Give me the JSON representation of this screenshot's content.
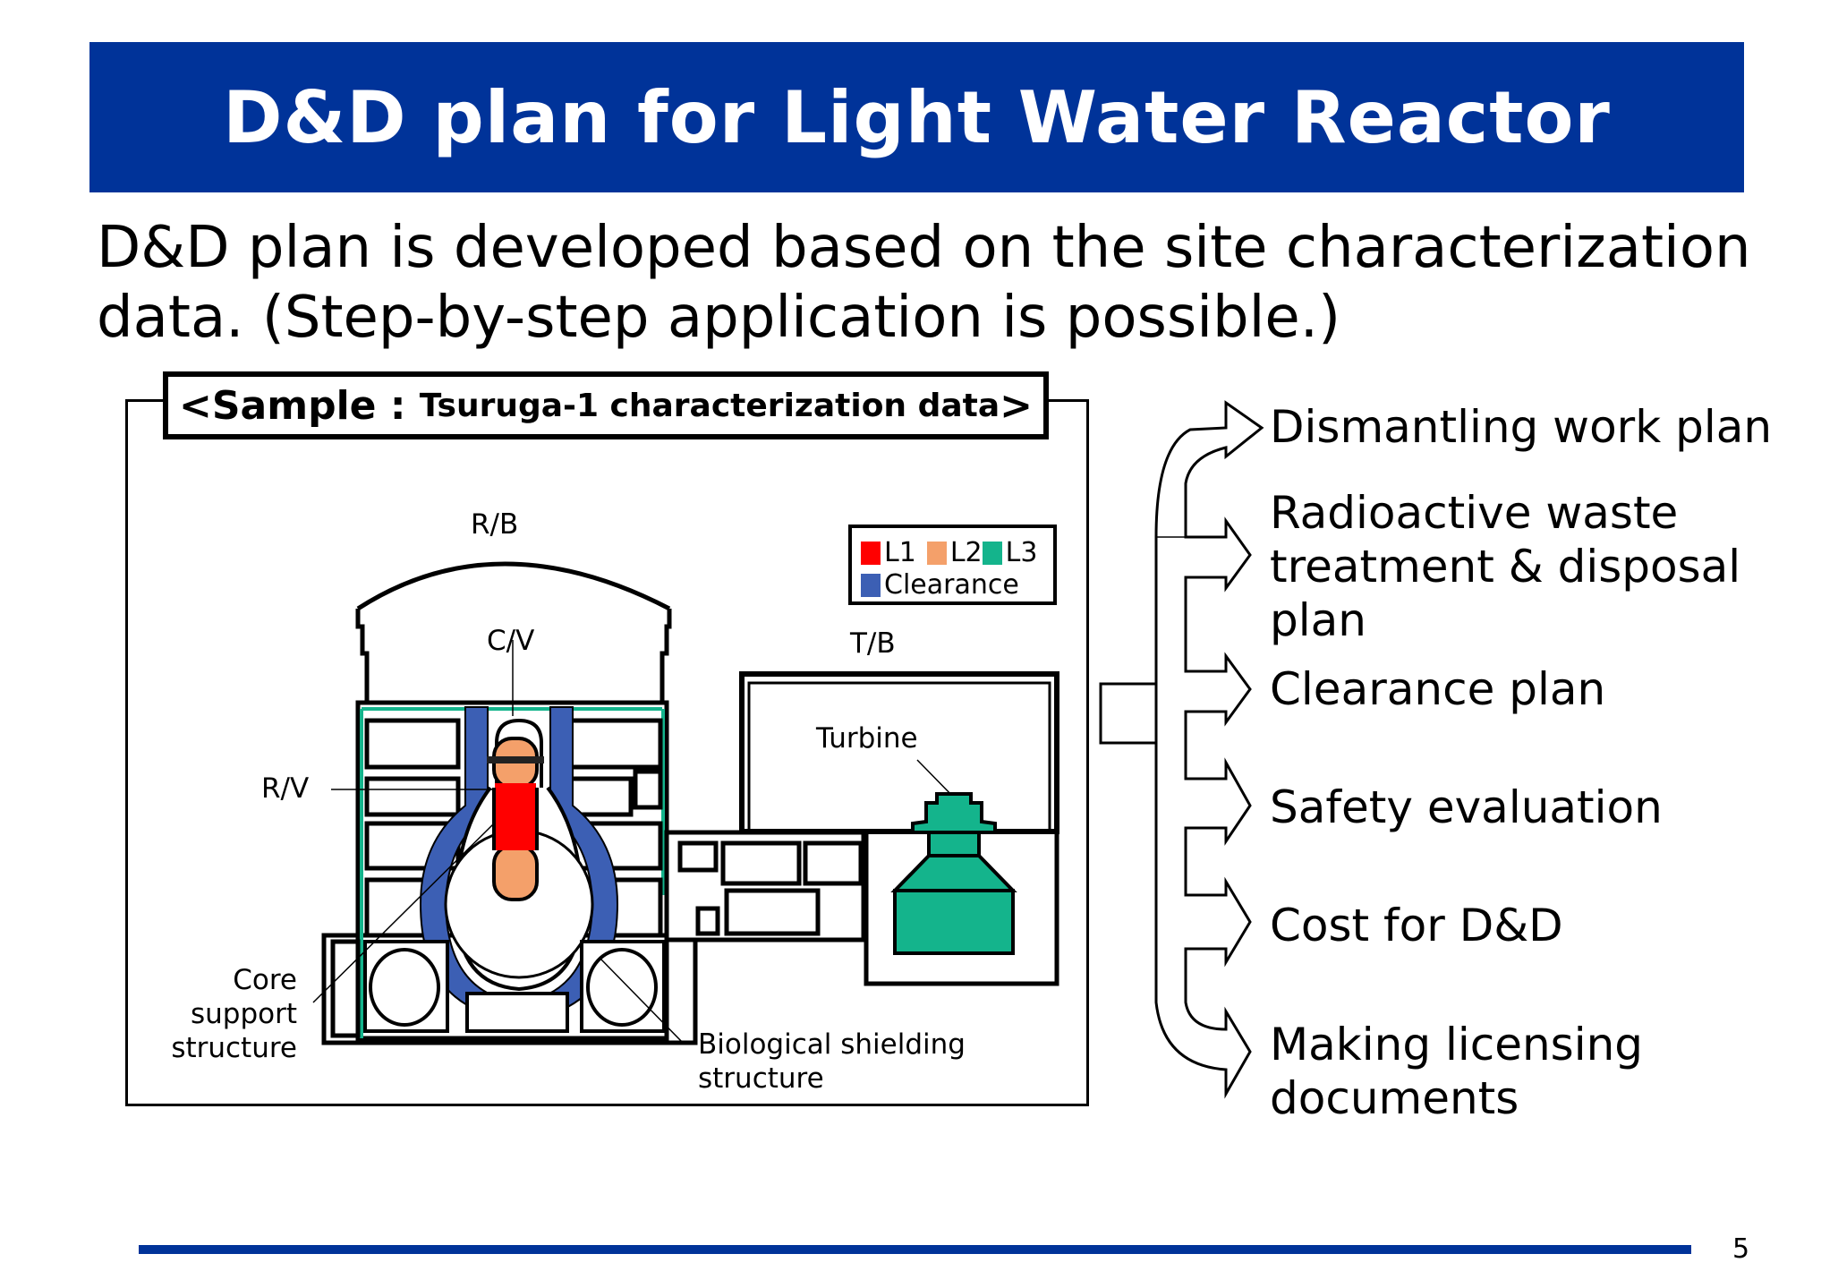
{
  "slide": {
    "title": "D&D plan for Light Water Reactor",
    "subtitle_lines": [
      "D&D plan is developed based on the site characterization",
      "data. (Step-by-step application is possible.)"
    ],
    "sample_box": {
      "open": "<",
      "sample": "Sample",
      "separator": " : ",
      "label": "Tsuruga-1 characterization data",
      "close": ">"
    },
    "page_number": "5"
  },
  "diagram": {
    "labels": {
      "rb": "R/B",
      "cv": "C/V",
      "tb": "T/B",
      "rv": "R/V",
      "turbine": "Turbine",
      "core_support": [
        "Core",
        "support",
        "structure"
      ],
      "bio_shield": [
        "Biological shielding",
        "structure"
      ]
    },
    "legend": [
      {
        "label": "L1",
        "color": "#ff0000"
      },
      {
        "label": "L2",
        "color": "#f4a06a"
      },
      {
        "label": "L3",
        "color": "#14b48c"
      },
      {
        "label": "Clearance",
        "color": "#3c5fb4"
      }
    ]
  },
  "outputs": [
    {
      "lines": [
        "Dismantling work plan"
      ]
    },
    {
      "lines": [
        "Radioactive waste",
        "treatment & disposal",
        "plan"
      ]
    },
    {
      "lines": [
        "Clearance plan"
      ]
    },
    {
      "lines": [
        "Safety evaluation"
      ]
    },
    {
      "lines": [
        "Cost for D&D"
      ]
    },
    {
      "lines": [
        "Making licensing",
        "documents"
      ]
    }
  ],
  "colors": {
    "brand_blue": "#003399",
    "l1": "#ff0000",
    "l2": "#f4a06a",
    "l3": "#14b48c",
    "clearance": "#3c5fb4"
  }
}
